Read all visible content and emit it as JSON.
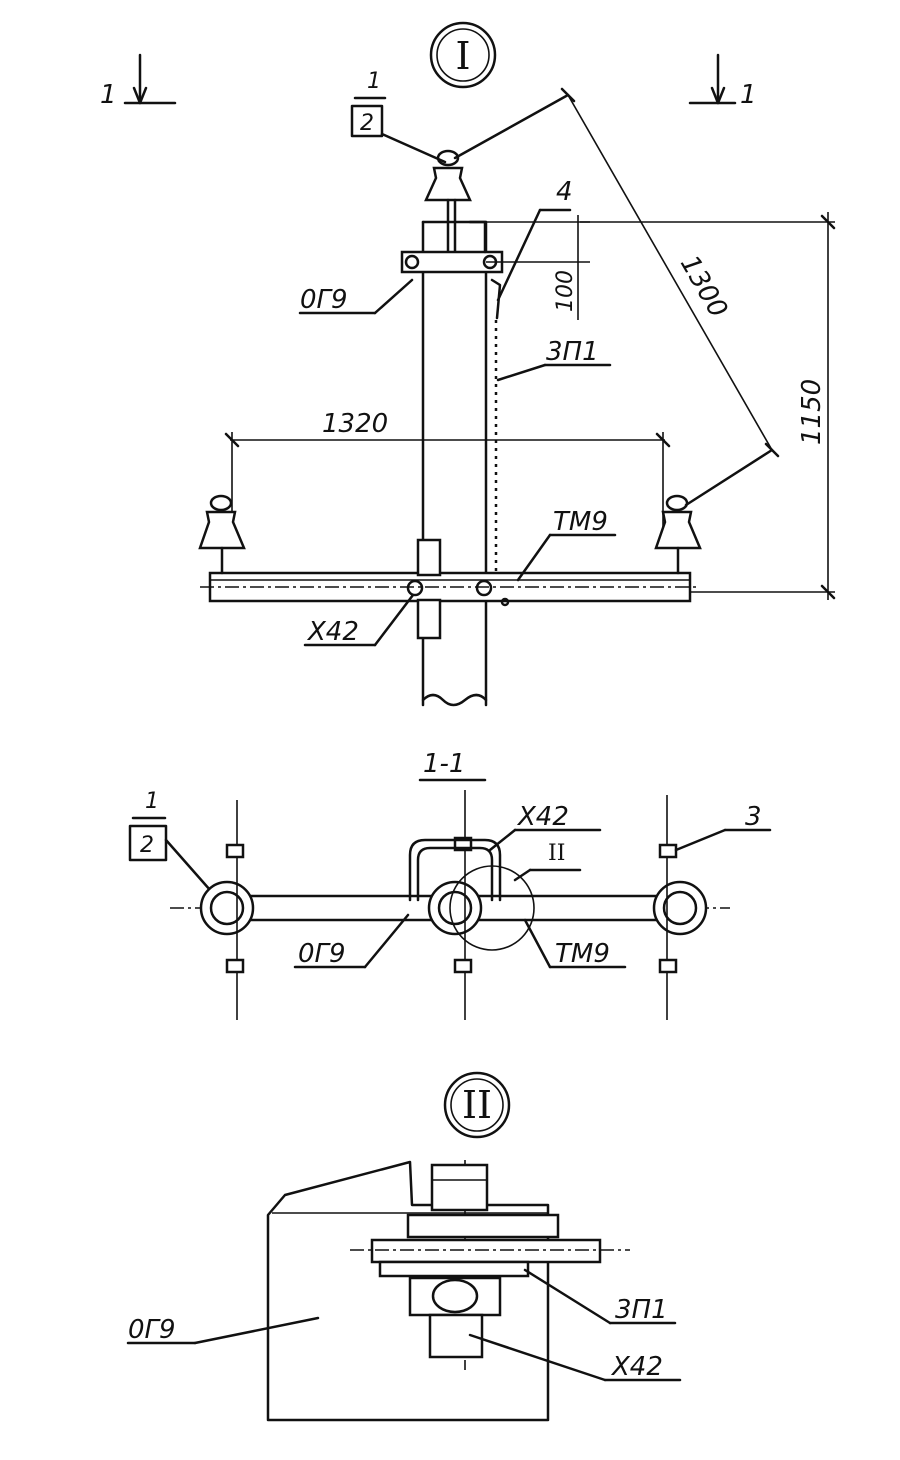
{
  "view_main": {
    "marker": "I",
    "section_left": "1",
    "section_right": "1",
    "pos_top": "1",
    "pos_box": "2",
    "pos_4": "4",
    "og9": "0Г9",
    "dim_100": "100",
    "dim_1300": "1300",
    "zp1": "3П1",
    "dim_1150": "1150",
    "dim_1320": "1320",
    "tm9": "ТМ9",
    "x42": "Х42"
  },
  "view_section": {
    "title": "1-1",
    "pos_top": "1",
    "pos_box": "2",
    "x42": "Х42",
    "pos_3": "3",
    "detail_ref": "II",
    "og9": "0Г9",
    "tm9": "ТМ9"
  },
  "view_detail": {
    "marker": "II",
    "og9": "0Г9",
    "zp1": "3П1",
    "x42": "Х42"
  }
}
